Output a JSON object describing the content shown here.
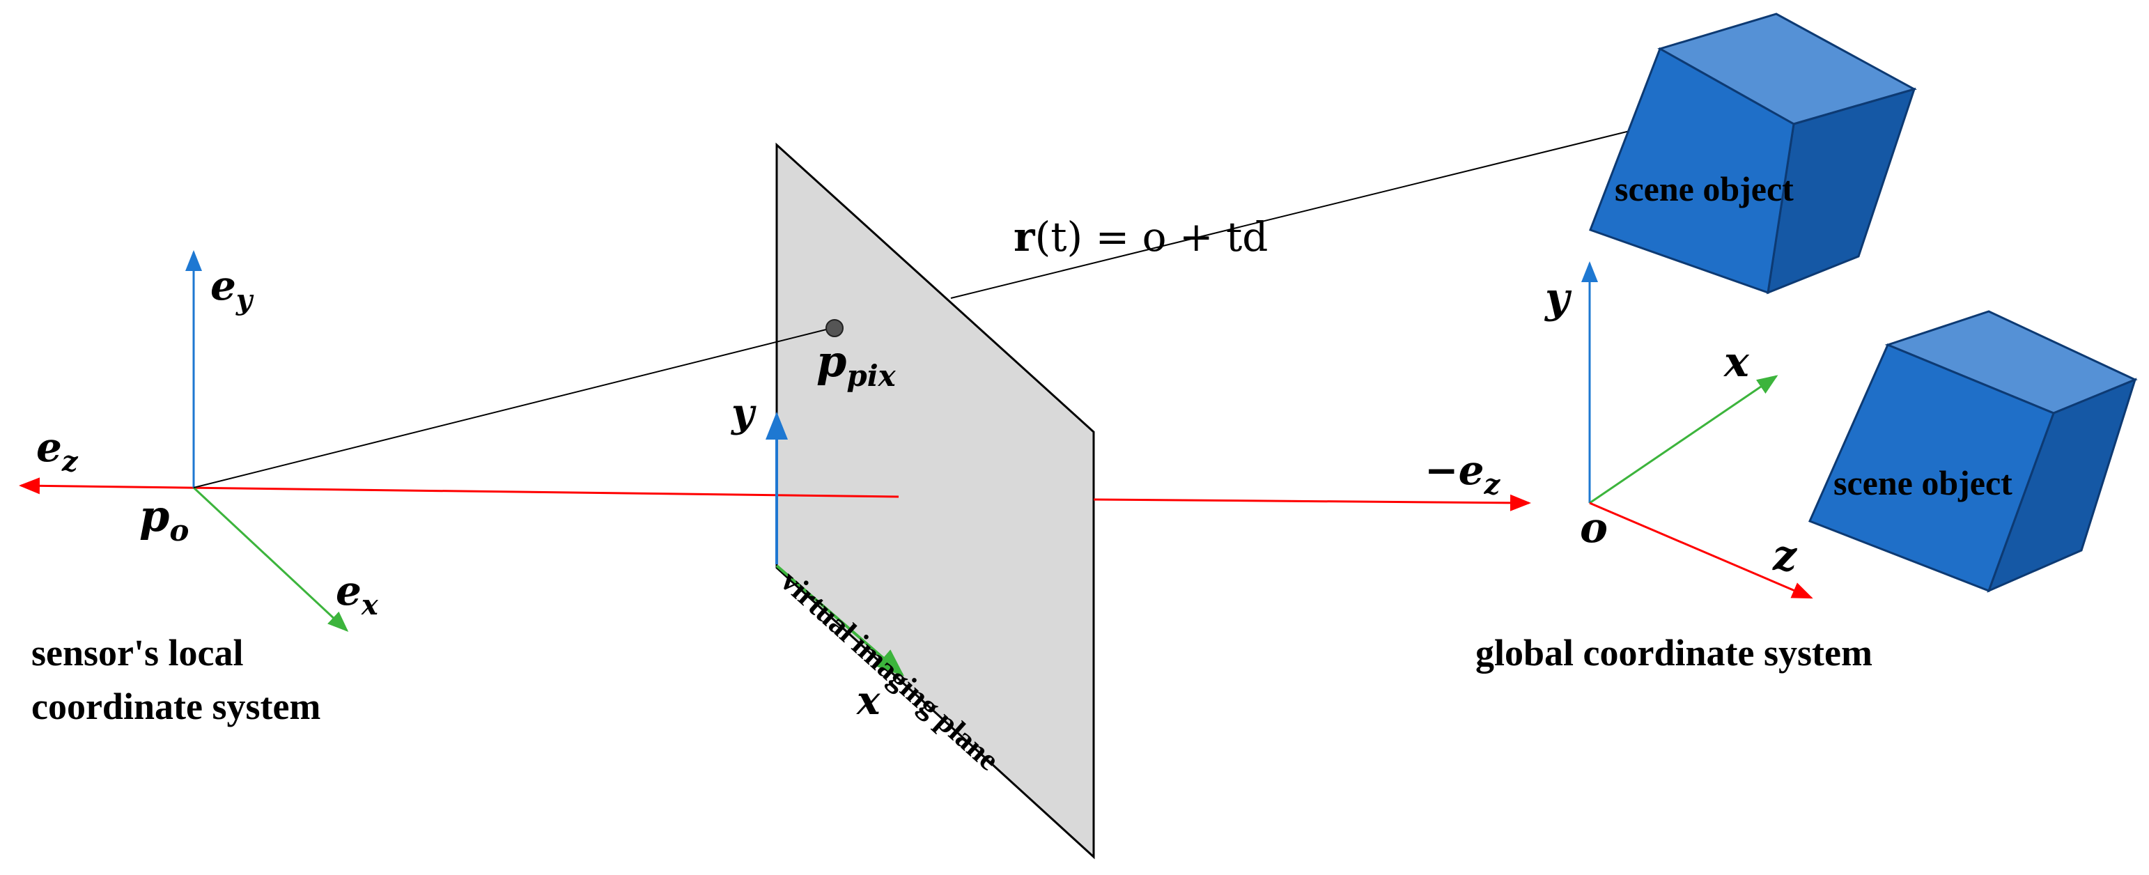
{
  "colors": {
    "axis_red": "#ff0000",
    "axis_green": "#3cb43c",
    "axis_blue": "#1e78d2",
    "plane_fill": "#d9d9d9",
    "cube_front": "#1f6fc8",
    "cube_top": "#5591d6",
    "cube_side": "#1558a5",
    "cube_edge": "#0d3a73"
  },
  "icons": {
    "cube": "cube-icon",
    "arrow": "arrow-head-icon"
  },
  "labels": {
    "ez_local": "e",
    "ez_local_sub": "z",
    "ey_local": "e",
    "ey_local_sub": "y",
    "ex_local": "e",
    "ex_local_sub": "x",
    "po": "p",
    "po_sub": "o",
    "ppix": "p",
    "ppix_sub": "pix",
    "plane_y": "y",
    "plane_x": "x",
    "minus_ez": "−e",
    "minus_ez_sub": "z",
    "global_y": "y",
    "global_x": "x",
    "global_z": "z",
    "global_o": "o",
    "ray_equation_r": "r",
    "ray_equation_rest": "(t) = o + td",
    "plane_label": "virtual imaging plane",
    "scene_object_1": "scene object",
    "scene_object_2": "scene object",
    "local_caption_line1": "sensor's local",
    "local_caption_line2": "coordinate system",
    "global_caption": "global coordinate system"
  }
}
